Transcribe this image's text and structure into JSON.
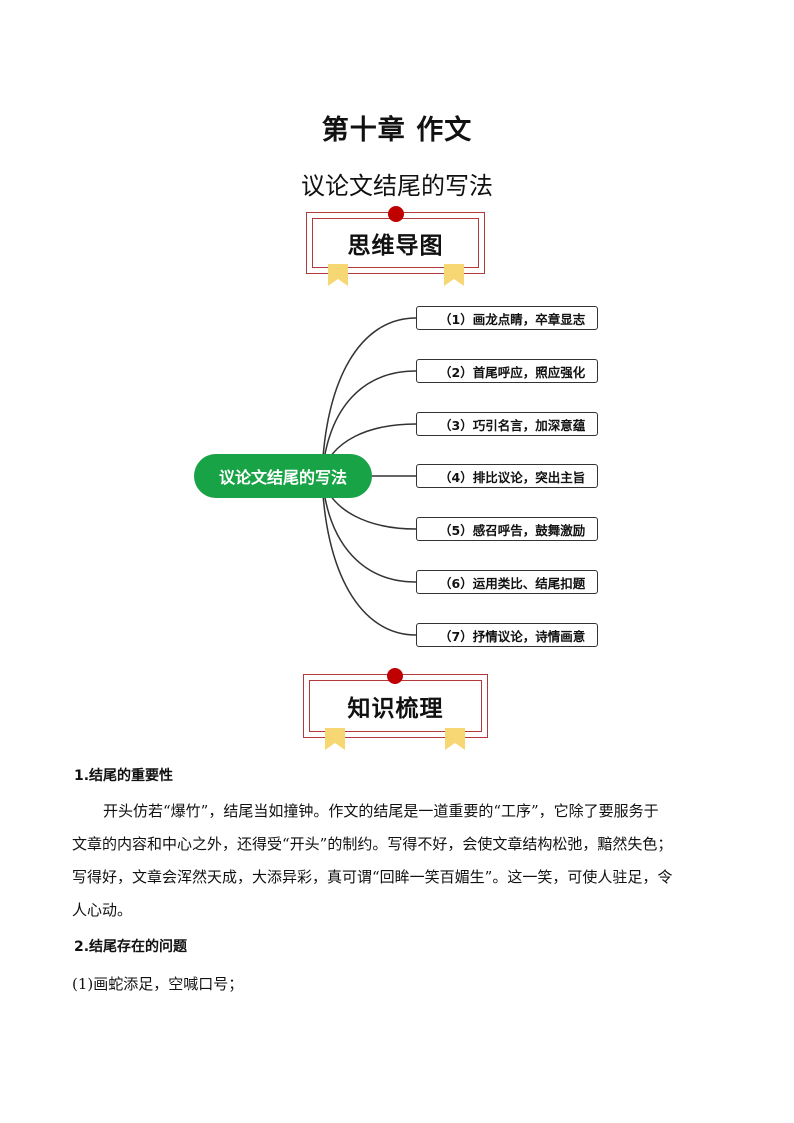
{
  "chapter_title": "第十章  作文",
  "subtitle": "议论文结尾的写法",
  "banner_mindmap": "思维导图",
  "banner_knowledge": "知识梳理",
  "mindmap": {
    "center": "议论文结尾的写法",
    "items": [
      "（1）画龙点睛，卒章显志",
      "（2）首尾呼应，照应强化",
      "（3）巧引名言，加深意蕴",
      "（4）排比议论，突出主旨",
      "（5）感召呼告，鼓舞激励",
      "（6）运用类比、结尾扣题",
      "（7）抒情议论，诗情画意"
    ]
  },
  "section1": {
    "heading": "1.结尾的重要性",
    "lines": [
      "开头仿若“爆竹”，结尾当如撞钟。作文的结尾是一道重要的“工序”，它除了要服务于",
      "文章的内容和中心之外，还得受“开头”的制约。写得不好，会使文章结构松弛，黯然失色；",
      "写得好，文章会浑然天成，大添异彩，真可谓“回眸一笑百媚生”。这一笑，可使人驻足，令",
      "人心动。"
    ]
  },
  "section2": {
    "heading": "2.结尾存在的问题",
    "item1": "(1)画蛇添足，空喊口号；"
  },
  "colors": {
    "banner_border": "#b33a3a",
    "banner_dot": "#c00000",
    "ribbon": "#f7d774",
    "center_node": "#17a346"
  }
}
